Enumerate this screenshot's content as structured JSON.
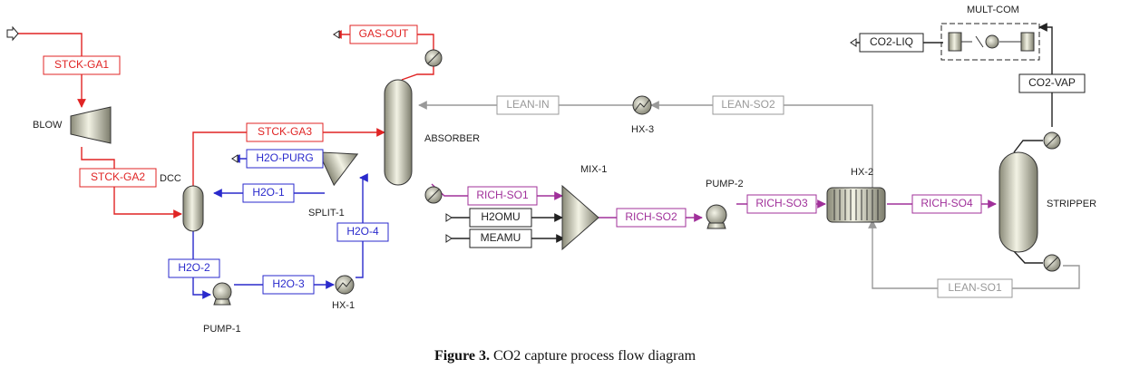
{
  "colors": {
    "gas": "#e02424",
    "water": "#2a2acc",
    "rich": "#a0309a",
    "lean": "#999999",
    "neutral": "#222222"
  },
  "units": {
    "blow": "BLOW",
    "dcc": "DCC",
    "split": "SPLIT-1",
    "pump1": "PUMP-1",
    "hx1": "HX-1",
    "absorber": "ABSORBER",
    "hx3": "HX-3",
    "mix": "MIX-1",
    "pump2": "PUMP-2",
    "hx2": "HX-2",
    "stripper": "STRIPPER",
    "multcom": "MULT-COM"
  },
  "streams": {
    "stck_ga1": "STCK-GA1",
    "stck_ga2": "STCK-GA2",
    "stck_ga3": "STCK-GA3",
    "gas_out": "GAS-OUT",
    "h2o_purg": "H2O-PURG",
    "h2o_1": "H2O-1",
    "h2o_2": "H2O-2",
    "h2o_3": "H2O-3",
    "h2o_4": "H2O-4",
    "lean_in": "LEAN-IN",
    "lean_so2": "LEAN-SO2",
    "lean_so1": "LEAN-SO1",
    "rich_so1": "RICH-SO1",
    "rich_so2": "RICH-SO2",
    "rich_so3": "RICH-SO3",
    "rich_so4": "RICH-SO4",
    "h2omu": "H2OMU",
    "meamu": "MEAMU",
    "co2_liq": "CO2-LIQ",
    "co2_vap": "CO2-VAP"
  },
  "caption": {
    "prefix": "Figure 3.",
    "text": " CO2 capture process flow diagram"
  }
}
